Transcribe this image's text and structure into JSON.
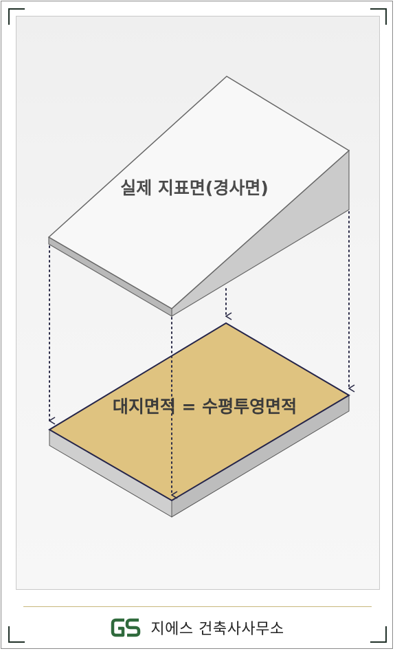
{
  "diagram": {
    "slope_label": "실제 지표면(경사면)",
    "base_label": "대지면적 = 수평투영면적"
  },
  "footer": {
    "company_name": "지에스 건축사사무소",
    "logo_icon": "gs-monogram-icon"
  },
  "colors": {
    "base_fill": "#dfc380",
    "frame_corner": "#1f2f27",
    "gold_rule": "#c8b67a",
    "logo_green": "#2f6a3c"
  }
}
